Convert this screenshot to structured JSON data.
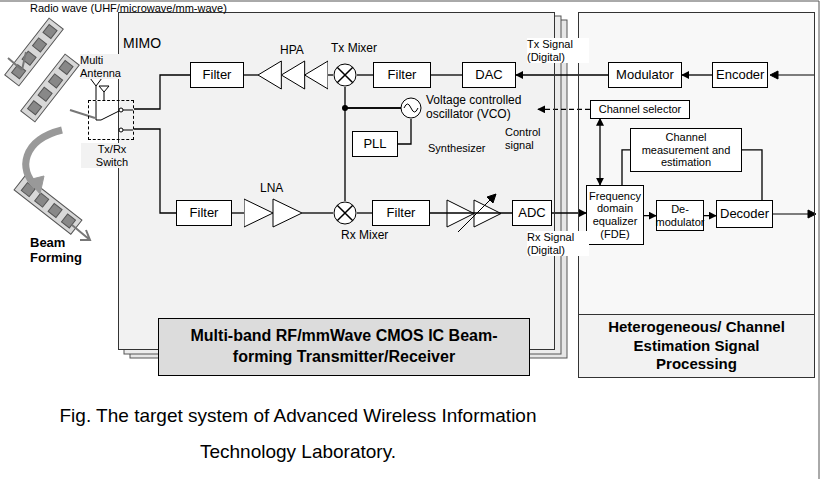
{
  "diagram": {
    "caption": "Fig. The target system of Advanced Wireless Information Technology Laboratory.",
    "nodes": [
      {
        "text": [
          "MIMO"
        ]
      },
      {
        "text": [
          "Filter"
        ],
        "in": 0
      },
      {
        "text": [
          "HPA"
        ],
        "in": 0
      },
      {
        "text": [
          "Tx Mixer"
        ],
        "in": 0
      },
      {
        "text": [
          "Filter"
        ],
        "in": 0
      },
      {
        "text": [
          "DAC"
        ],
        "in": 0
      },
      {
        "text": [
          "Voltage controlled oscillator (VCO)"
        ],
        "in": 0
      },
      {
        "text": [
          "PLL"
        ],
        "in": 0
      },
      {
        "text": [
          "Filter"
        ],
        "in": 0
      },
      {
        "text": [
          "LNA"
        ],
        "in": 0
      },
      {
        "text": [
          "Rx Mixer"
        ],
        "in": 0
      },
      {
        "text": [
          "Filter"
        ],
        "in": 0
      },
      {
        "text": [
          "ADC"
        ],
        "in": 0
      },
      {
        "text": [
          "Multi-band RF/mmWave CMOS IC Beam-forming Transmitter/Receiver"
        ],
        "in": 0
      },
      {
        "text": [
          "Tx/Rx Switch"
        ]
      },
      {
        "text": [
          "Heterogeneous/ Channel Estimation Signal Processing"
        ]
      },
      {
        "text": [
          "Modulator"
        ],
        "in": 15
      },
      {
        "text": [
          "Encoder"
        ],
        "in": 15
      },
      {
        "text": [
          "Channel selector"
        ],
        "in": 15
      },
      {
        "text": [
          "Channel measurement and estimation"
        ],
        "in": 15
      },
      {
        "text": [
          "Frequency domain equalizer (FDE)"
        ],
        "in": 15
      },
      {
        "text": [
          "De-modulator"
        ],
        "in": 15
      },
      {
        "text": [
          "Decoder"
        ],
        "in": 15
      }
    ],
    "edges": [
      {
        "from": 17,
        "to": 16,
        "arrow": "to"
      },
      {
        "from": 16,
        "to": 5,
        "arrow": "to"
      },
      {
        "from": 5,
        "to": 4,
        "arrow": "none"
      },
      {
        "from": 4,
        "to": 3,
        "arrow": "none"
      },
      {
        "from": 3,
        "to": 2,
        "arrow": "none"
      },
      {
        "from": 2,
        "to": 1,
        "arrow": "none"
      },
      {
        "from": 1,
        "to": 14,
        "arrow": "none"
      },
      {
        "from": 14,
        "to": 8,
        "arrow": "none"
      },
      {
        "from": 8,
        "to": 9,
        "arrow": "none"
      },
      {
        "from": 9,
        "to": 10,
        "arrow": "none"
      },
      {
        "from": 10,
        "to": 11,
        "arrow": "none"
      },
      {
        "from": 11,
        "to": 12,
        "arrow": "none"
      },
      {
        "from": 12,
        "to": 20,
        "arrow": "to"
      },
      {
        "from": 20,
        "to": 21,
        "arrow": "to"
      },
      {
        "from": 21,
        "to": 22,
        "arrow": "to"
      },
      {
        "from": 20,
        "to": 18,
        "arrow": "both"
      },
      {
        "from": 19,
        "to": 20,
        "arrow": "none"
      },
      {
        "from": 22,
        "to": 19,
        "arrow": "none"
      },
      {
        "from": 18,
        "to": 6,
        "arrow": "to"
      },
      {
        "from": 7,
        "to": 6,
        "arrow": "none"
      },
      {
        "from": 6,
        "to": 3,
        "arrow": "none"
      },
      {
        "from": 6,
        "to": 10,
        "arrow": "none"
      }
    ],
    "labels": [
      "Radio wave (UHF/microwave/mm-wave)",
      "Multi Antenna",
      "Beam Forming",
      "Tx Signal (Digital)",
      "Control signal",
      "Synthesizer",
      "Rx Signal (Digital)"
    ]
  }
}
